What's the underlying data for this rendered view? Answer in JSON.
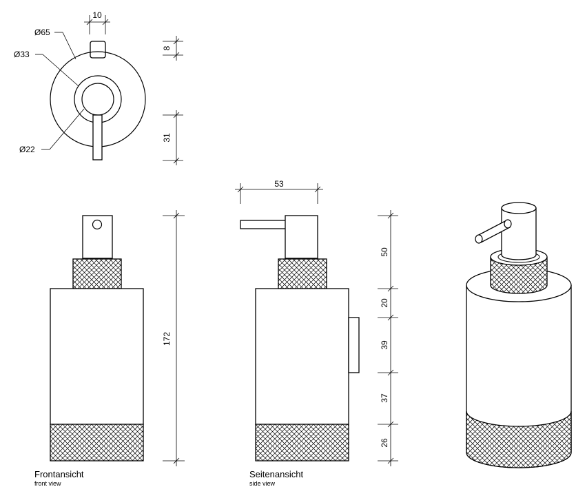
{
  "top_view": {
    "dim_width": "10",
    "dim_height": "8",
    "dim_lever": "31",
    "dia_outer": "Ø65",
    "dia_middle": "Ø33",
    "dia_inner": "Ø22"
  },
  "front_view": {
    "dim_total_height": "172",
    "caption_de": "Frontansicht",
    "caption_en": "front view"
  },
  "side_view": {
    "dim_spout_width": "53",
    "dim_pump": "50",
    "dim_collar": "20",
    "dim_mid": "39",
    "dim_body": "37",
    "dim_base": "26",
    "caption_de": "Seitenansicht",
    "caption_en": "side view"
  }
}
